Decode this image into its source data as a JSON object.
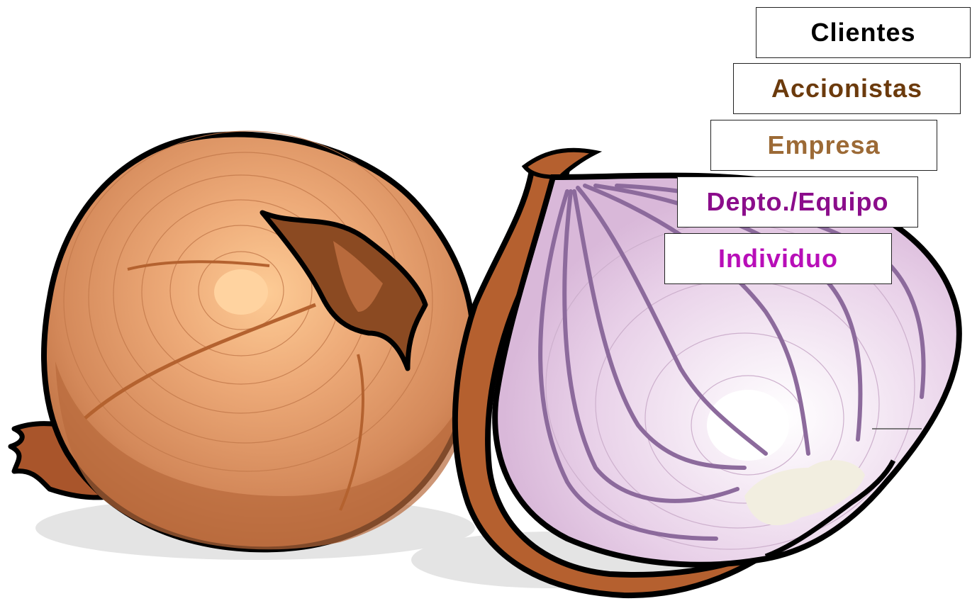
{
  "layers": [
    {
      "id": "clientes",
      "label": "Clientes",
      "color": "#000000"
    },
    {
      "id": "accionistas",
      "label": "Accionistas",
      "color": "#6B3A0C"
    },
    {
      "id": "empresa",
      "label": "Empresa",
      "color": "#9C6A36"
    },
    {
      "id": "depto",
      "label": "Depto./Equipo",
      "color": "#8B0D8B"
    },
    {
      "id": "individuo",
      "label": "Individuo",
      "color": "#B80EB8"
    }
  ],
  "illustration": {
    "whole_onion_color": "#D4895A",
    "whole_onion_skin": "#A9552B",
    "cut_onion_flesh": "#E8D0E8",
    "cut_onion_veins": "#8C6A9C",
    "cut_onion_skin": "#B5602F"
  }
}
